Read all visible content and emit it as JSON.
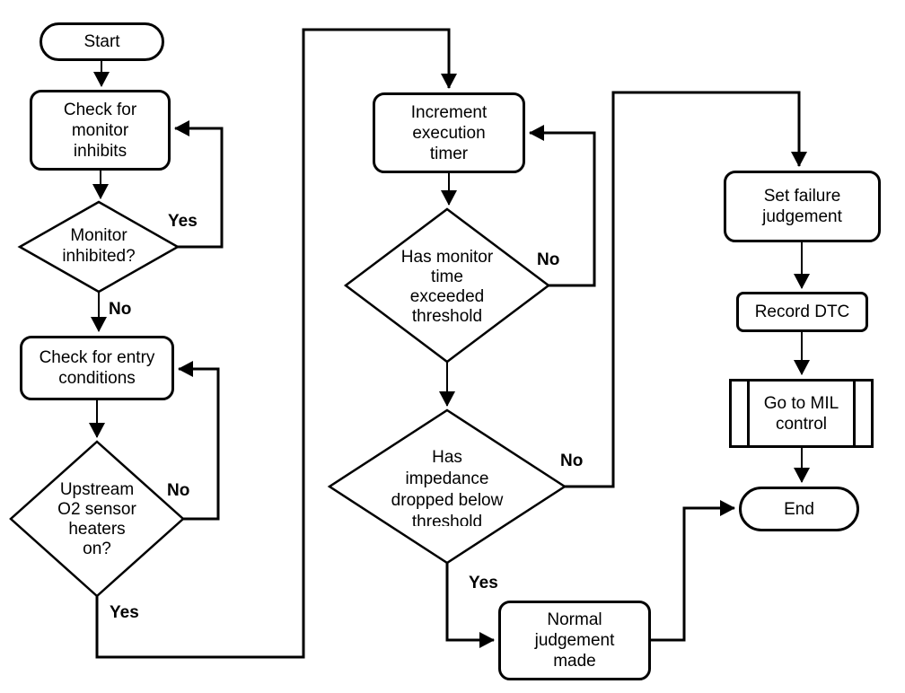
{
  "diagram": {
    "type": "flowchart",
    "colors": {
      "line": "#000000",
      "node_fill": "#ffffff",
      "text": "#000000"
    },
    "nodes": {
      "start": {
        "label": "Start",
        "shape": "terminator"
      },
      "check_monitor_inhibits": {
        "label": "Check for\nmonitor\ninhibits",
        "shape": "process"
      },
      "monitor_inhibited": {
        "label": "Monitor\ninhibited?",
        "shape": "decision"
      },
      "check_entry": {
        "label": "Check for entry\nconditions",
        "shape": "process"
      },
      "upstream_o2": {
        "label": "Upstream\nO2 sensor\nheaters\non?",
        "shape": "decision"
      },
      "increment_timer": {
        "label": "Increment\nexecution\ntimer",
        "shape": "process"
      },
      "monitor_time": {
        "label": "Has monitor\ntime\nexceeded\nthreshold",
        "shape": "decision"
      },
      "impedance": {
        "label": "Has\nimpedance\ndropped below\nthreshold",
        "shape": "decision"
      },
      "normal_judgement": {
        "label": "Normal\njudgement\nmade",
        "shape": "process"
      },
      "set_failure": {
        "label": "Set failure\njudgement",
        "shape": "process"
      },
      "record_dtc": {
        "label": "Record DTC",
        "shape": "process"
      },
      "go_mil": {
        "label": "Go to MIL\ncontrol",
        "shape": "predefined-process"
      },
      "end": {
        "label": "End",
        "shape": "terminator"
      }
    },
    "edge_labels": {
      "yes_monitor_inhibited": "Yes",
      "no_monitor_inhibited": "No",
      "no_upstream": "No",
      "yes_upstream": "Yes",
      "no_monitor_time": "No",
      "no_impedance": "No",
      "yes_impedance": "Yes"
    }
  }
}
